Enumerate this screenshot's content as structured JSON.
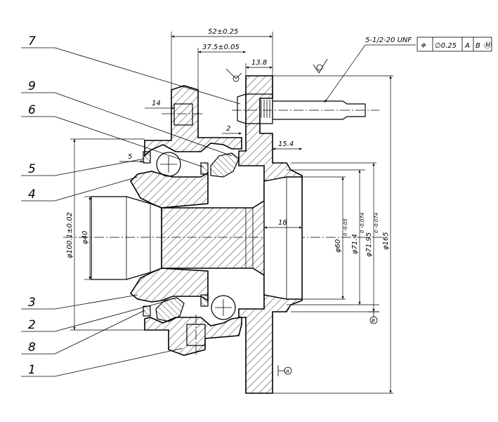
{
  "balloons": [
    "7",
    "9",
    "6",
    "5",
    "4",
    "3",
    "2",
    "8",
    "1"
  ],
  "dims": {
    "d52": "52±0.25",
    "d375": "37.5±0.05",
    "d138": "13.8",
    "d14": "14",
    "d2": "2",
    "d5": "5",
    "d154": "15.4",
    "d18": "18",
    "phi40": "φ40",
    "phi1001": "φ100.1±0.02",
    "phi60": "φ60",
    "phi60tol": "0 -0.05",
    "phi714": "φ71.4",
    "phi714tol": "0 -0.074",
    "phi7195": "φ71.95",
    "phi7195tol": "0 -0.074",
    "phi165": "φ165"
  },
  "thread": "5-1/2-20 UNF",
  "fcf": {
    "symbol": "⌖",
    "tol": "∅0.25",
    "datum_a": "A",
    "datum_b": "B",
    "modifier": "Ⓜ"
  },
  "datum_a": "A",
  "datum_b": "B"
}
